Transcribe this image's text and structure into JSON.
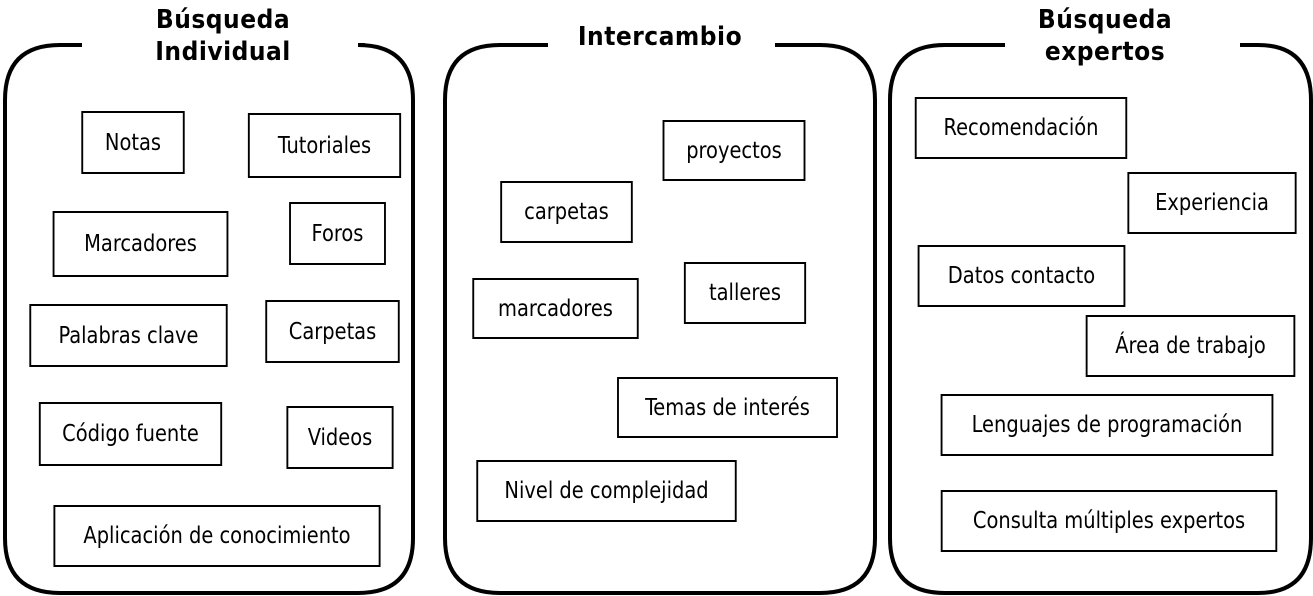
{
  "groups": [
    {
      "title": "Búsqueda\nIndividual",
      "items": [
        "Notas",
        "Tutoriales",
        "Marcadores",
        "Foros",
        "Palabras clave",
        "Carpetas",
        "Código fuente",
        "Videos",
        "Aplicación de conocimiento"
      ]
    },
    {
      "title": "Intercambio",
      "items": [
        "proyectos",
        "carpetas",
        "talleres",
        "marcadores",
        "Temas de interés",
        "Nivel de complejidad"
      ]
    },
    {
      "title": "Búsqueda\nexpertos",
      "items": [
        "Recomendación",
        "Experiencia",
        "Datos contacto",
        "Área de trabajo",
        "Lenguajes de programación",
        "Consulta múltiples expertos"
      ]
    }
  ]
}
